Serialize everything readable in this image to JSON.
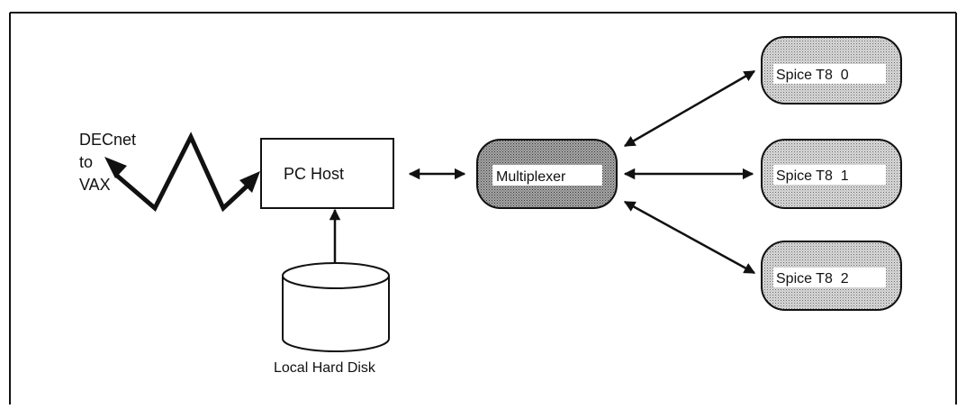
{
  "diagram": {
    "wan_label": [
      "DECnet",
      "to",
      "VAX"
    ],
    "pc_host": "PC Host",
    "disk_label": "Local Hard Disk",
    "multiplexer": "Multiplexer",
    "nodes": [
      "Spice T8  0",
      "Spice T8  1",
      "Spice T8  2"
    ]
  },
  "colors": {
    "line": "#111111",
    "multiplexer_fill": "#8f8f8f",
    "node_fill": "#bdbdbd",
    "label_bg": "#ffffff"
  }
}
